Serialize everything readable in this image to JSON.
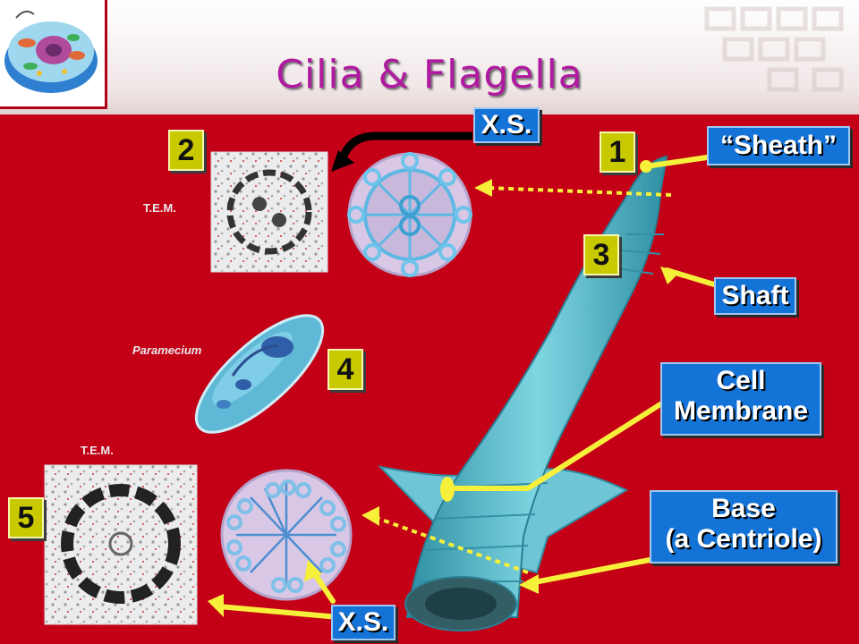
{
  "slide": {
    "title": "Cilia & Flagella",
    "colors": {
      "background": "#c40017",
      "title": "#b01aa0",
      "label_box": "#1473d6",
      "badge": "#c9c900",
      "arrow_yellow": "#f6f03a",
      "cilium": "#4fb8c8"
    }
  },
  "labels": {
    "xs_top": "X.S.",
    "xs_bottom": "X.S.",
    "sheath": "“Sheath”",
    "shaft": "Shaft",
    "cell_membrane_line1": "Cell",
    "cell_membrane_line2": "Membrane",
    "base_line1": "Base",
    "base_line2": "(a Centriole)",
    "tem_top": "T.E.M.",
    "tem_bottom": "T.E.M.",
    "paramecium": "Paramecium"
  },
  "badges": [
    "1",
    "2",
    "3",
    "4",
    "5"
  ],
  "icons": [
    "cell-diagram-icon",
    "cilium-illustration",
    "paramecium-illustration",
    "cross-section-icon",
    "tem-micrograph-icon"
  ]
}
